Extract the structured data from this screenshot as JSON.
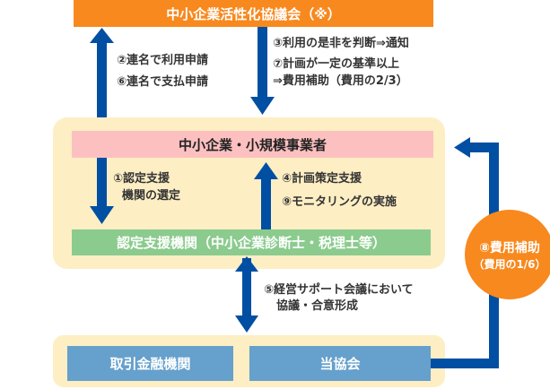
{
  "colors": {
    "arrow": "#004fa3",
    "orange": "#f8891e",
    "container": "#fdeec4",
    "pink": "#fdc0c0",
    "green": "#8bcb8e",
    "blue_box": "#66a0cc"
  },
  "nodes": {
    "council": "中小企業活性化協議会（※）",
    "smes": "中小企業・小規模事業者",
    "certified_agency": "認定支援機関（中小企業診断士・税理士等）",
    "bank": "取引金融機関",
    "association": "当協会"
  },
  "steps": {
    "step2": "②連名で利用申請",
    "step6": "⑥連名で支払申請",
    "step3": "③利用の是非を判断⇒通知",
    "step7_line1": "⑦計画が一定の基準以上",
    "step7_line2": "⇒費用補助（費用の2/3）",
    "step1_line1": "①認定支援",
    "step1_line2": "機関の選定",
    "step4": "④計画策定支援",
    "step9": "⑨モニタリングの実施",
    "step5_line1": "⑤経営サポート会議において",
    "step5_line2": "協議・合意形成",
    "step8_line1": "⑧費用補助",
    "step8_line2": "（費用の1/6）"
  }
}
